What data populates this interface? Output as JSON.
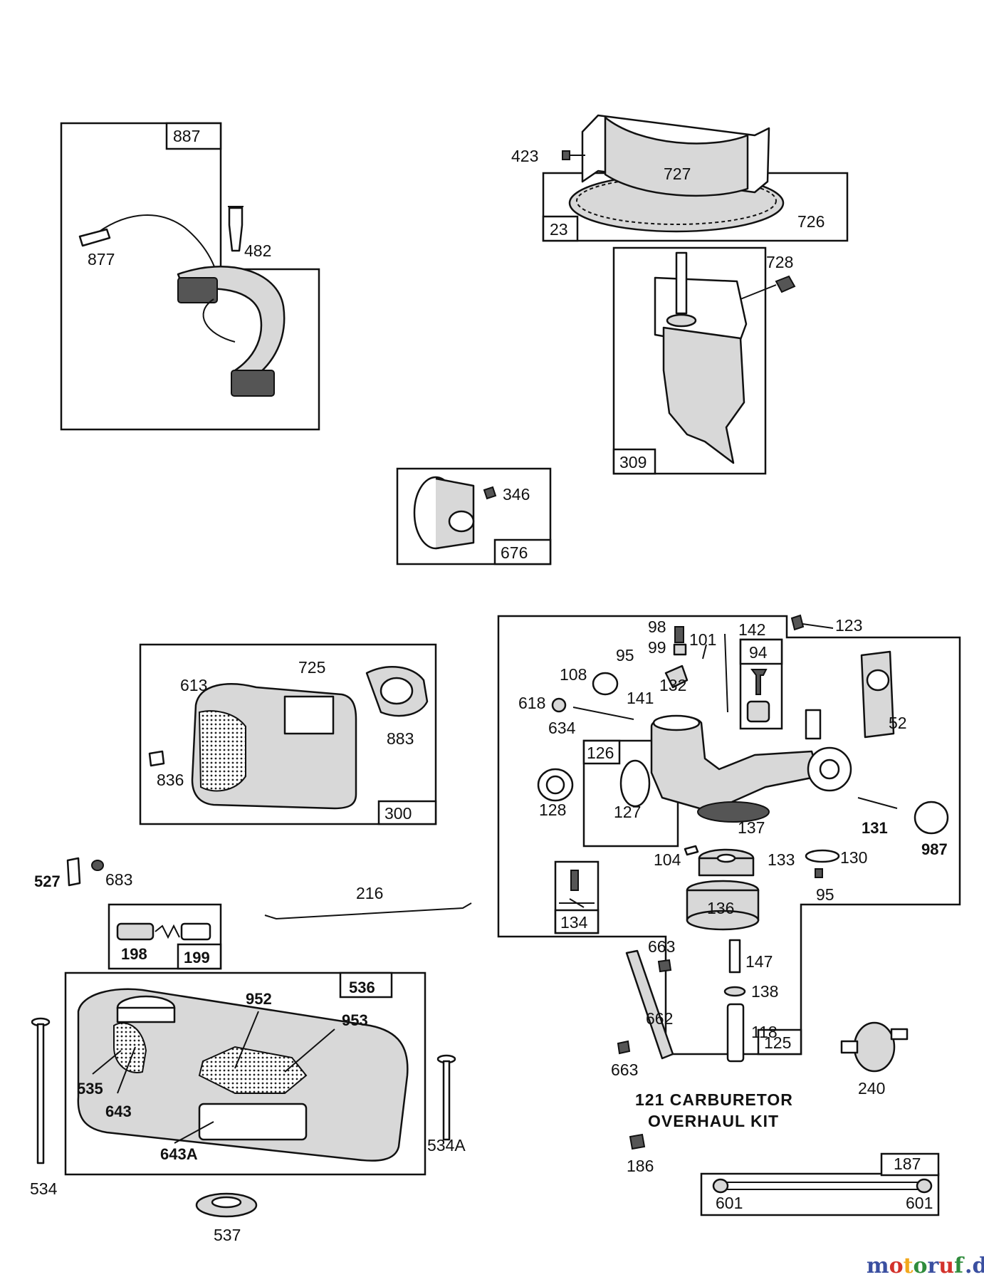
{
  "groups": {
    "ignition": {
      "box": "887",
      "parts": [
        "877",
        "482"
      ]
    },
    "flywheel": {
      "box": "23",
      "parts": [
        "423",
        "727",
        "726"
      ]
    },
    "block": {
      "box": "309",
      "parts": [
        "728"
      ]
    },
    "pulley": {
      "box": "676",
      "parts": [
        "346"
      ]
    },
    "air_cleaner": {
      "box": "300",
      "parts": [
        "613",
        "725",
        "883",
        "836"
      ]
    },
    "carburetor": {
      "box": "125",
      "sub_boxes": [
        "94",
        "126",
        "134"
      ],
      "parts": [
        "123",
        "98",
        "142",
        "99",
        "101",
        "95",
        "108",
        "132",
        "618",
        "141",
        "634",
        "52",
        "128",
        "127",
        "137",
        "131",
        "987",
        "104",
        "133",
        "130",
        "95",
        "136"
      ],
      "lower_parts": [
        "663",
        "147",
        "138",
        "662",
        "118",
        "663"
      ]
    },
    "fuel_tank": {
      "box": "536",
      "parts": [
        "952",
        "953",
        "535",
        "643",
        "643A",
        "534",
        "534A",
        "537"
      ]
    },
    "fuel_valve": {
      "box": "199",
      "parts": [
        "198"
      ]
    },
    "fuel_line": {
      "box": "187",
      "parts": [
        "601",
        "601"
      ]
    },
    "misc": {
      "parts": [
        "527",
        "683",
        "216",
        "240",
        "186"
      ]
    }
  },
  "kit_note": {
    "line1": "121 CARBURETOR",
    "line2": "OVERHAUL KIT"
  },
  "watermark": {
    "text": "motoruf",
    "suffix": ".de",
    "colors": [
      "#3a4fa0",
      "#d3322b",
      "#f2a81d",
      "#2f8c3c",
      "#3a4fa0",
      "#d3322b",
      "#2f8c3c"
    ]
  }
}
